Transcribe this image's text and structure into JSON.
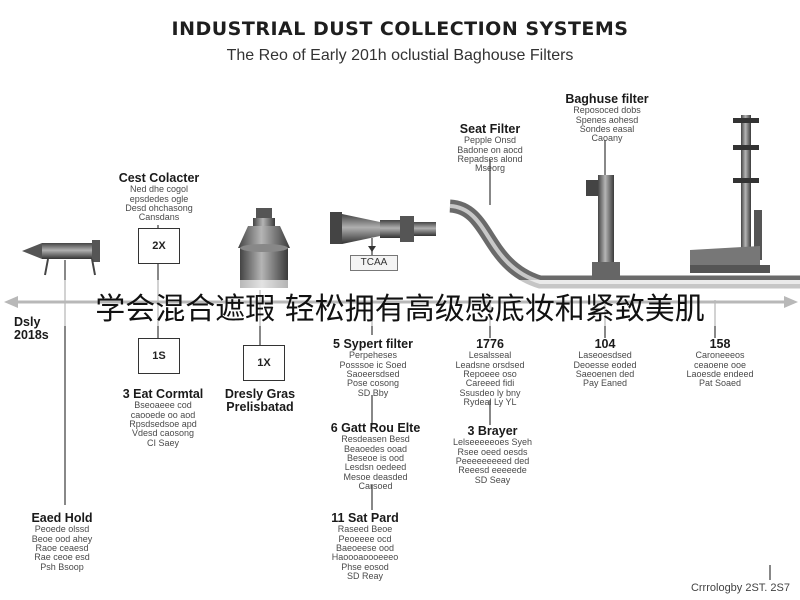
{
  "header": {
    "title": "INDUSTRIAL DUST COLLECTION SYSTEMS",
    "subtitle": "The Reo of Early 201h oclustial Baghouse Filters"
  },
  "overlay_text": "学会混合遮瑕 轻松拥有高级感底妆和紧致美肌",
  "upper_labels": {
    "cest_colacter": {
      "heading": "Cest Colacter",
      "desc": "Ned dhe cogol\nepsdedes ogle\nDesd ohchasong\nCansdans"
    },
    "seat_filter": {
      "heading": "Seat Filter",
      "desc": "Pepple Onsd\nBadone on aocd\nRepadses alond\nMseorg"
    },
    "baghuse_filter": {
      "heading": "Baghuse filter",
      "desc": "Reposoced dobs\nSpenes aohesd\nSondes easal\nCaoany"
    }
  },
  "boxes": {
    "box_2x": "2X",
    "box_1s": "1S",
    "box_1x": "1X"
  },
  "tag_tca": "TCAA",
  "axis_left": {
    "line1": "Dsly",
    "line2": "2018s"
  },
  "lower_labels": {
    "east_cormtal": {
      "heading": "3 Eat Cormtal",
      "desc": "Bseoaeee cod\ncaooede oo aod\nRpsdsedsoe apd\nVdesd caosong\nCI Saey"
    },
    "dresly_gras": {
      "heading": "Dresly Gras\nPrelisbatad"
    },
    "sypert_filter": {
      "heading": "5 Sypert filter",
      "desc": "Perpeheses\nPosssoe ic Soed\nSaoeersdsed\nPose cosong\nSD Bby"
    },
    "year_1776": {
      "heading": "1776",
      "desc": "Lesalsseal\nLeadsne orsdsed\nRepoeee oso\nCareeed fidi\nSsusdeo ly bny\nRydeal Ly YL"
    },
    "year_104": {
      "heading": "104",
      "desc": "Laseoesdsed\nDeoesse eoded\nSaeoenen ded\nPay Eaned"
    },
    "year_158": {
      "heading": "158",
      "desc": "Caroneeeos\nceaoene ooe\nLaoesde endeed\nPat Soaed"
    },
    "gatt_rou_filter": {
      "heading": "6 Gatt Rou Elte",
      "desc": "Resdeasen Besd\nBeaoedes ooad\nBeseoe is ood\nLesdsn oedeed\nMesoe deasded\nCarsoed"
    },
    "brayer": {
      "heading": "3 Brayer",
      "desc": "Lelseeeeeoes Syeh\nRsee oeed oesds\nPeeeeeeeeed ded\nReeesd eeeeede\nSD Seay"
    },
    "east_hold": {
      "heading": "Eaed Hold",
      "desc": "Peoede olssd\nBeoe ood ahey\nRaoe ceaesd\nRae ceoe esd\nPsh Bsoop"
    },
    "sat_pard": {
      "heading": "11 Sat Pard",
      "desc": "Raseed Beoe\nPeoeeee ocd\nBaeoeese ood\nHaoooaoooeeeo\nPhse eosod\nSD Reay"
    }
  },
  "footer": "Crrrologby 2ST. 2S7"
}
